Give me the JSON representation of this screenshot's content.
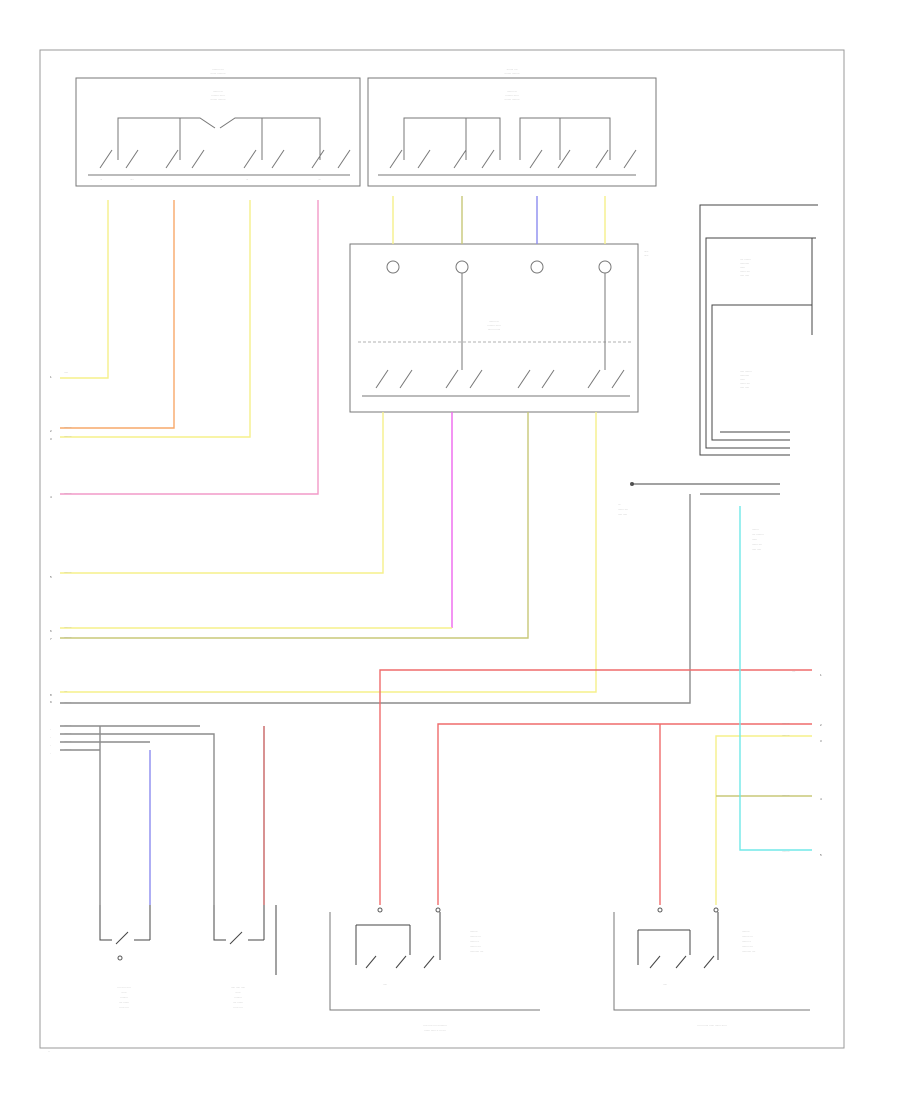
{
  "diagram": {
    "footer_code": "..",
    "colors": {
      "yellow": "#f5f08a",
      "orange": "#f7a86a",
      "pink": "#f29ac8",
      "magenta": "#ee66ee",
      "red": "#ef6b6b",
      "blue": "#8c8cf0",
      "cyan": "#70e8e8",
      "olive": "#c8c878",
      "gray": "#8c8c8c",
      "black": "#2a2a2a",
      "maroon": "#c86464"
    },
    "components": [
      {
        "id": "top-left-switch-box",
        "label": "........ ...... ........"
      },
      {
        "id": "top-right-switch-box",
        "label": "...... .... ........"
      },
      {
        "id": "center-control-box",
        "label": "....... ... ........"
      },
      {
        "id": "right-connector-block",
        "label": "..... ..... ....."
      },
      {
        "id": "front-left-sensor",
        "label": "... ..... ..... ......"
      },
      {
        "id": "front-right-sensor",
        "label": "..... ..... ..... ......"
      },
      {
        "id": "front-seat-belt-pretensioner",
        "label": "..... ..... ..... .... ......."
      },
      {
        "id": "front-curtain-airbag",
        "label": "..... ....... ..... ......."
      }
    ]
  }
}
